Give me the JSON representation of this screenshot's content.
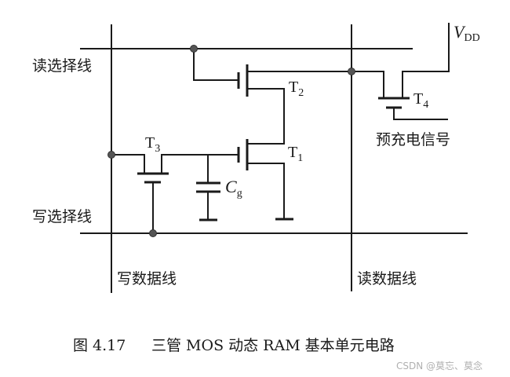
{
  "figure": {
    "number_label": "图 4.17",
    "title": "三管 MOS 动态 RAM 基本单元电路"
  },
  "lines": {
    "read_select": "读选择线",
    "write_select": "写选择线",
    "write_data": "写数据线",
    "read_data": "读数据线"
  },
  "components": {
    "t1": {
      "name": "T",
      "sub": "1"
    },
    "t2": {
      "name": "T",
      "sub": "2"
    },
    "t3": {
      "name": "T",
      "sub": "3"
    },
    "t4": {
      "name": "T",
      "sub": "4"
    },
    "cap": {
      "name": "C",
      "sub": "g"
    },
    "vdd": {
      "name": "V",
      "sub": "DD"
    },
    "precharge": "预充电信号"
  },
  "watermark": "CSDN @莫忘、莫念"
}
